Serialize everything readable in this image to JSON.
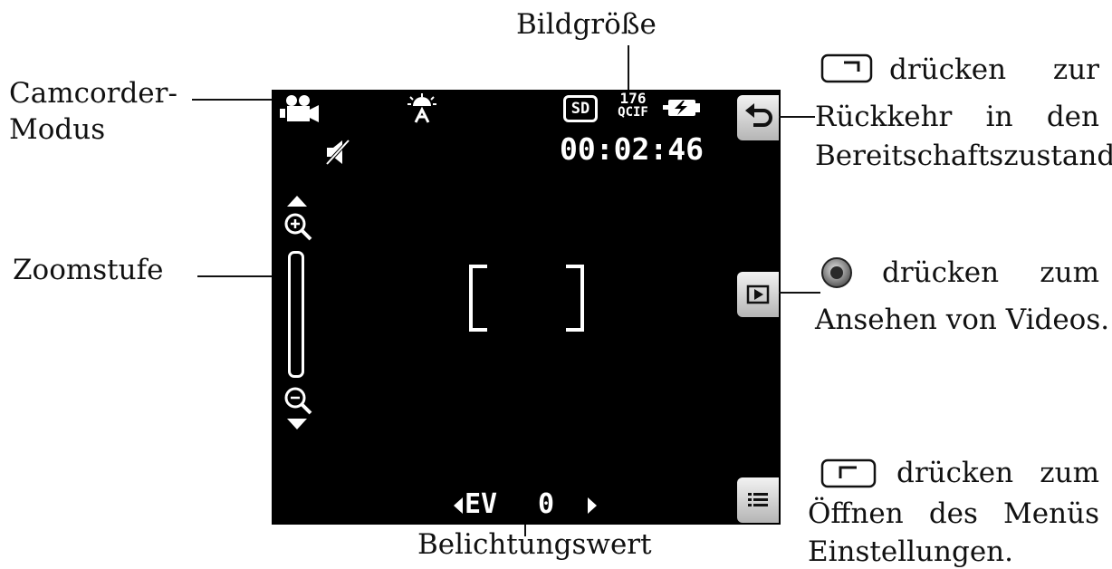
{
  "labels": {
    "image_size": "Bildgröße",
    "camcorder_line1": "Camcorder-",
    "camcorder_line2": "Modus",
    "zoom": "Zoomstufe",
    "exposure": "Belichtungswert"
  },
  "screen": {
    "timer": "00:02:46",
    "size_top": "176",
    "size_bottom": "QCIF",
    "card": "SD",
    "ev_label": "EV",
    "ev_value": "0",
    "icons": [
      "camcorder-icon",
      "scene-auto-icon",
      "mute-icon",
      "sd-card-icon",
      "battery-icon",
      "zoom-in-icon",
      "zoom-out-icon",
      "return-icon",
      "play-icon",
      "menu-icon"
    ]
  },
  "instructions": {
    "back": {
      "l1_word1": "drücken",
      "l1_word2": "zur",
      "l2_w1": "Rückkehr",
      "l2_w2": "in",
      "l2_w3": "den",
      "l3": "Bereitschaftszustand."
    },
    "play": {
      "l1_w1": "drücken",
      "l1_w2": "zum",
      "l2": "Ansehen von Videos."
    },
    "menu": {
      "l1_w1": "drücken",
      "l1_w2": "zum",
      "l2_w1": "Öffnen",
      "l2_w2": "des",
      "l2_w3": "Menüs",
      "l3": "Einstellungen."
    }
  }
}
